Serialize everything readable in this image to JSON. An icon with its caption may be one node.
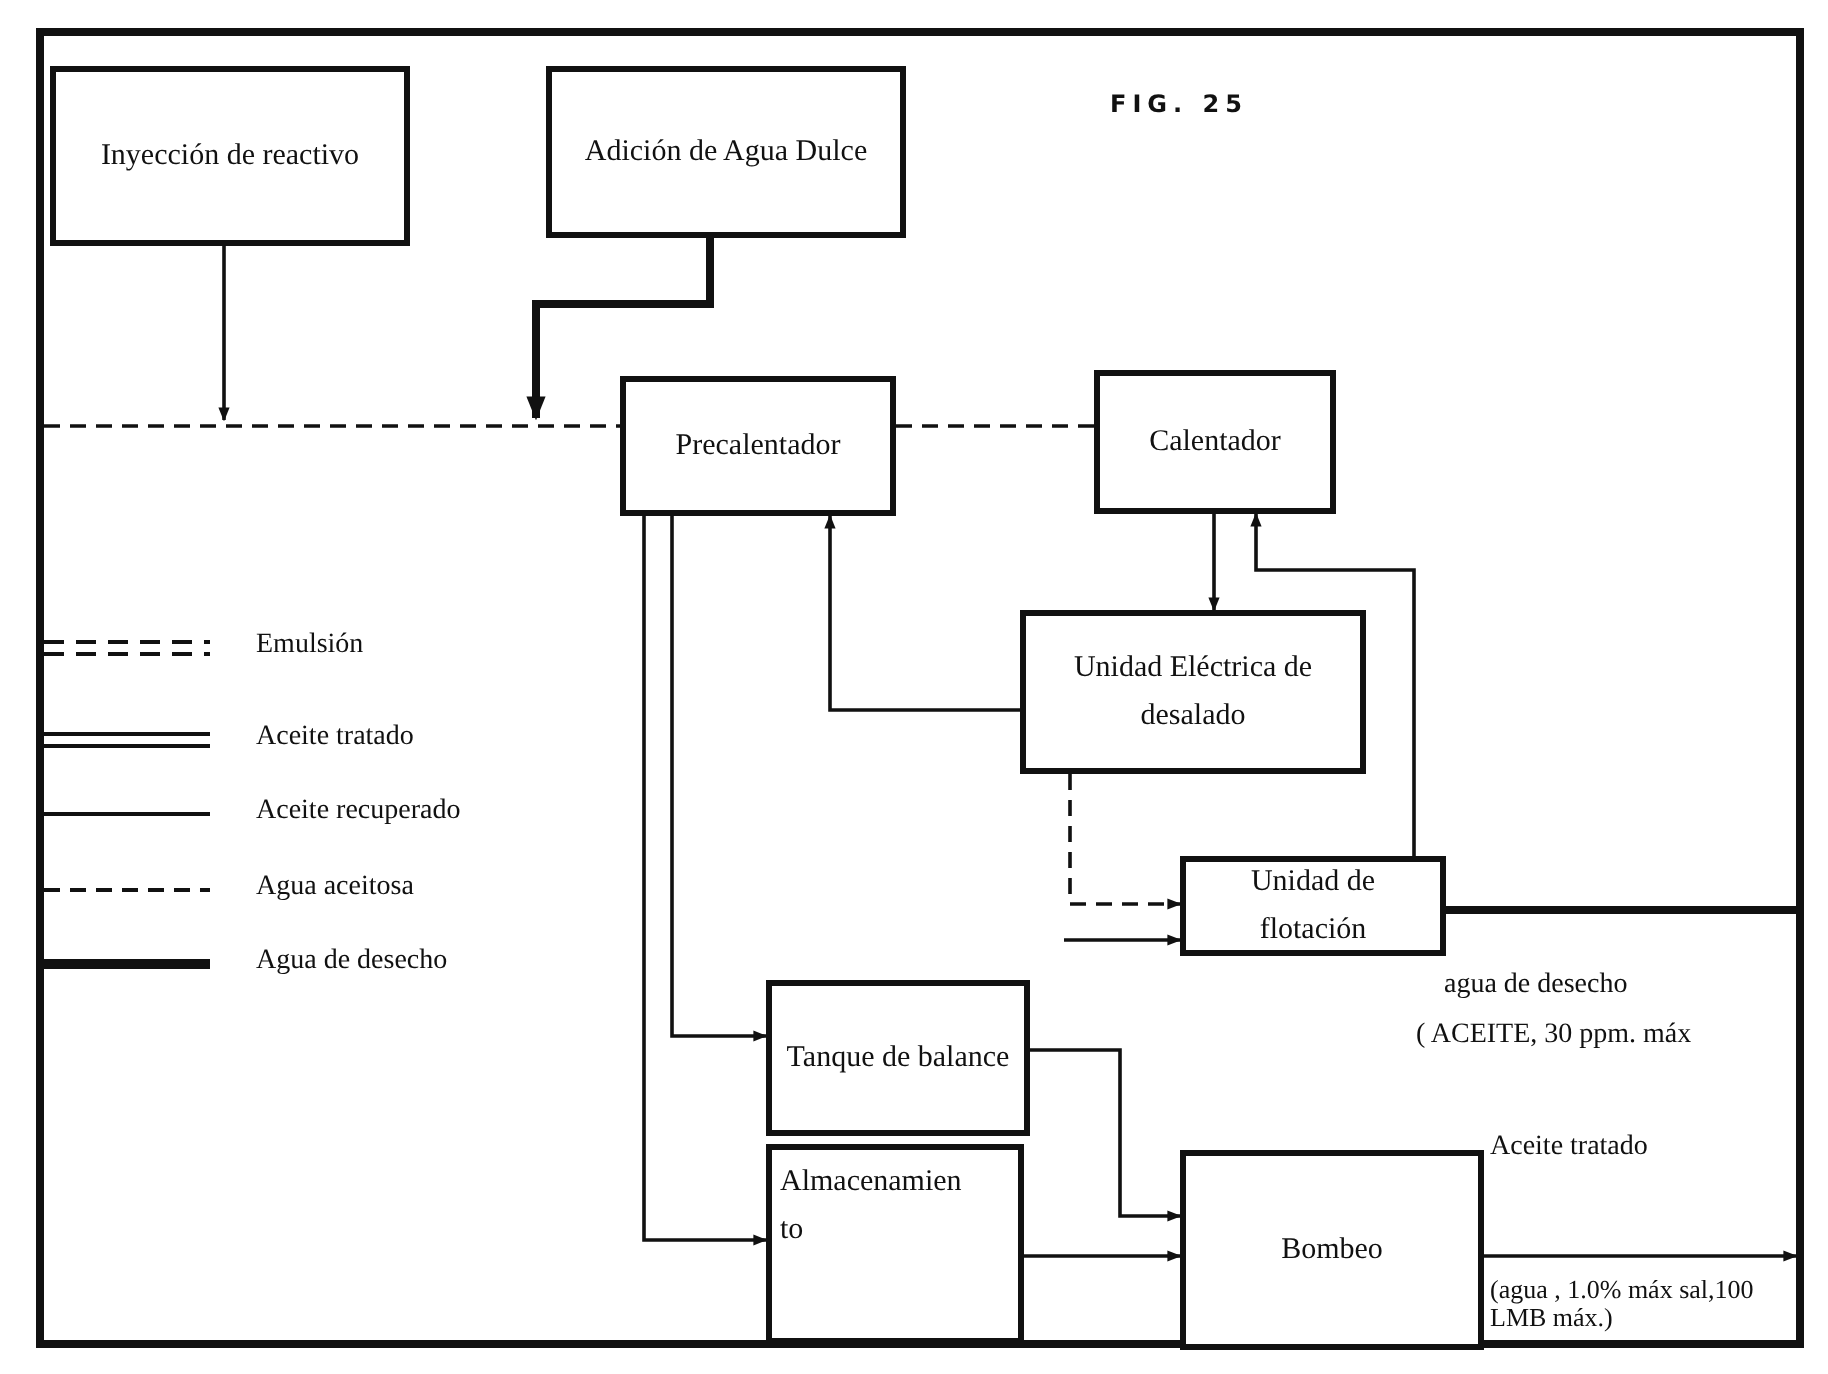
{
  "diagram": {
    "nodes": [
      {
        "text": [
          "Inyección de reactivo"
        ]
      },
      {
        "text": [
          "Adición de Agua Dulce"
        ]
      },
      {
        "text": [
          "Precalentador"
        ]
      },
      {
        "text": [
          "Calentador"
        ]
      },
      {
        "text": [
          "Unidad Eléctrica de desalado"
        ]
      },
      {
        "text": [
          "Unidad de flotación"
        ]
      },
      {
        "text": [
          "Tanque de balance"
        ]
      },
      {
        "text": [
          "Almacenamien to"
        ]
      },
      {
        "text": [
          "Bombeo"
        ]
      }
    ],
    "edges": [
      {
        "from": null,
        "to": 2,
        "arrow": "none",
        "style": "dashed"
      },
      {
        "from": 0,
        "to": null,
        "arrow": "to"
      },
      {
        "from": 1,
        "to": null,
        "arrow": "to",
        "style": "thick"
      },
      {
        "from": 2,
        "to": 3,
        "arrow": "none",
        "style": "dashed"
      },
      {
        "from": 3,
        "to": 4,
        "arrow": "to"
      },
      {
        "from": 4,
        "to": 2,
        "arrow": "to"
      },
      {
        "from": 4,
        "to": 5,
        "arrow": "to",
        "style": "dashed"
      },
      {
        "from": 5,
        "to": 3,
        "arrow": "to"
      },
      {
        "from": 5,
        "to": null,
        "arrow": "none",
        "style": "thick"
      },
      {
        "from": 2,
        "to": 6,
        "arrow": "to"
      },
      {
        "from": 2,
        "to": 7,
        "arrow": "to"
      },
      {
        "from": 6,
        "to": 8,
        "arrow": "to"
      },
      {
        "from": 7,
        "to": 8,
        "arrow": "to"
      },
      {
        "from": 8,
        "to": null,
        "arrow": "to"
      },
      {
        "from": null,
        "to": 5,
        "arrow": "to"
      }
    ],
    "labels": [
      "FIG. 25",
      "agua de desecho",
      "( ACEITE, 30 ppm. máx",
      "Aceite tratado",
      "(agua , 1.0% máx sal,100 LMB máx.)"
    ],
    "legend": [
      {
        "text": "Emulsión"
      },
      {
        "text": "Aceite tratado"
      },
      {
        "text": "Aceite recuperado"
      },
      {
        "text": "Agua aceitosa"
      },
      {
        "text": "Agua de desecho"
      }
    ]
  }
}
